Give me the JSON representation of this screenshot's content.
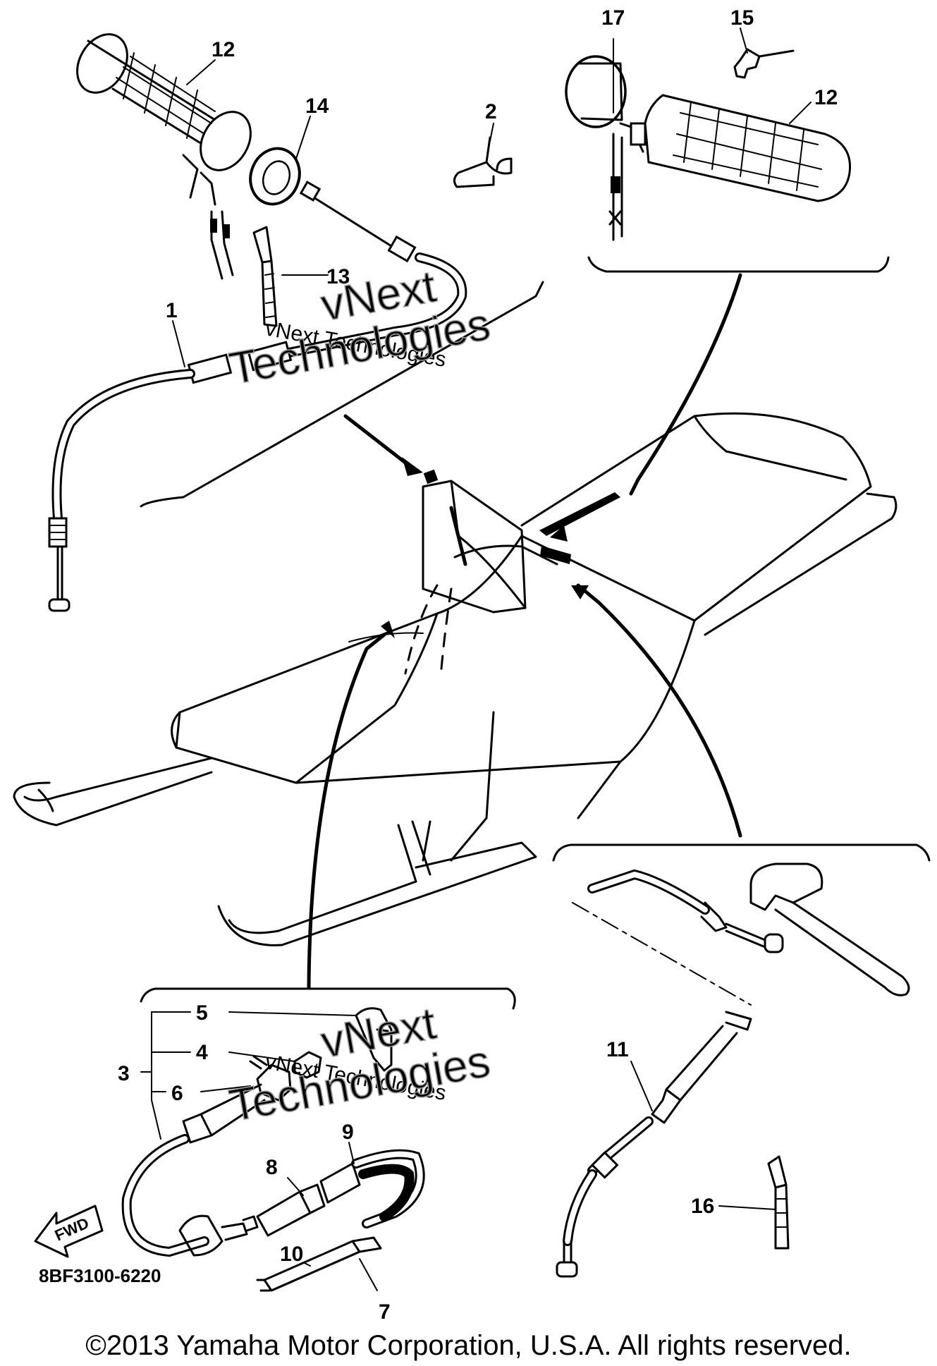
{
  "callouts": {
    "c1": "1",
    "c2": "2",
    "c3": "3",
    "c4": "4",
    "c5": "5",
    "c6": "6",
    "c7": "7",
    "c8": "8",
    "c9": "9",
    "c10": "10",
    "c11": "11",
    "c12a": "12",
    "c12b": "12",
    "c13": "13",
    "c14": "14",
    "c15": "15",
    "c16": "16",
    "c17": "17"
  },
  "fwd_label": "FWD",
  "diagram_code": "8BF3100-6220",
  "watermark": {
    "line_small": "vNext Technologies",
    "line_big_1": "vNext",
    "line_big_2": "Technologies"
  },
  "copyright": "©2013 Yamaha Motor Corporation, U.S.A. All rights reserved."
}
